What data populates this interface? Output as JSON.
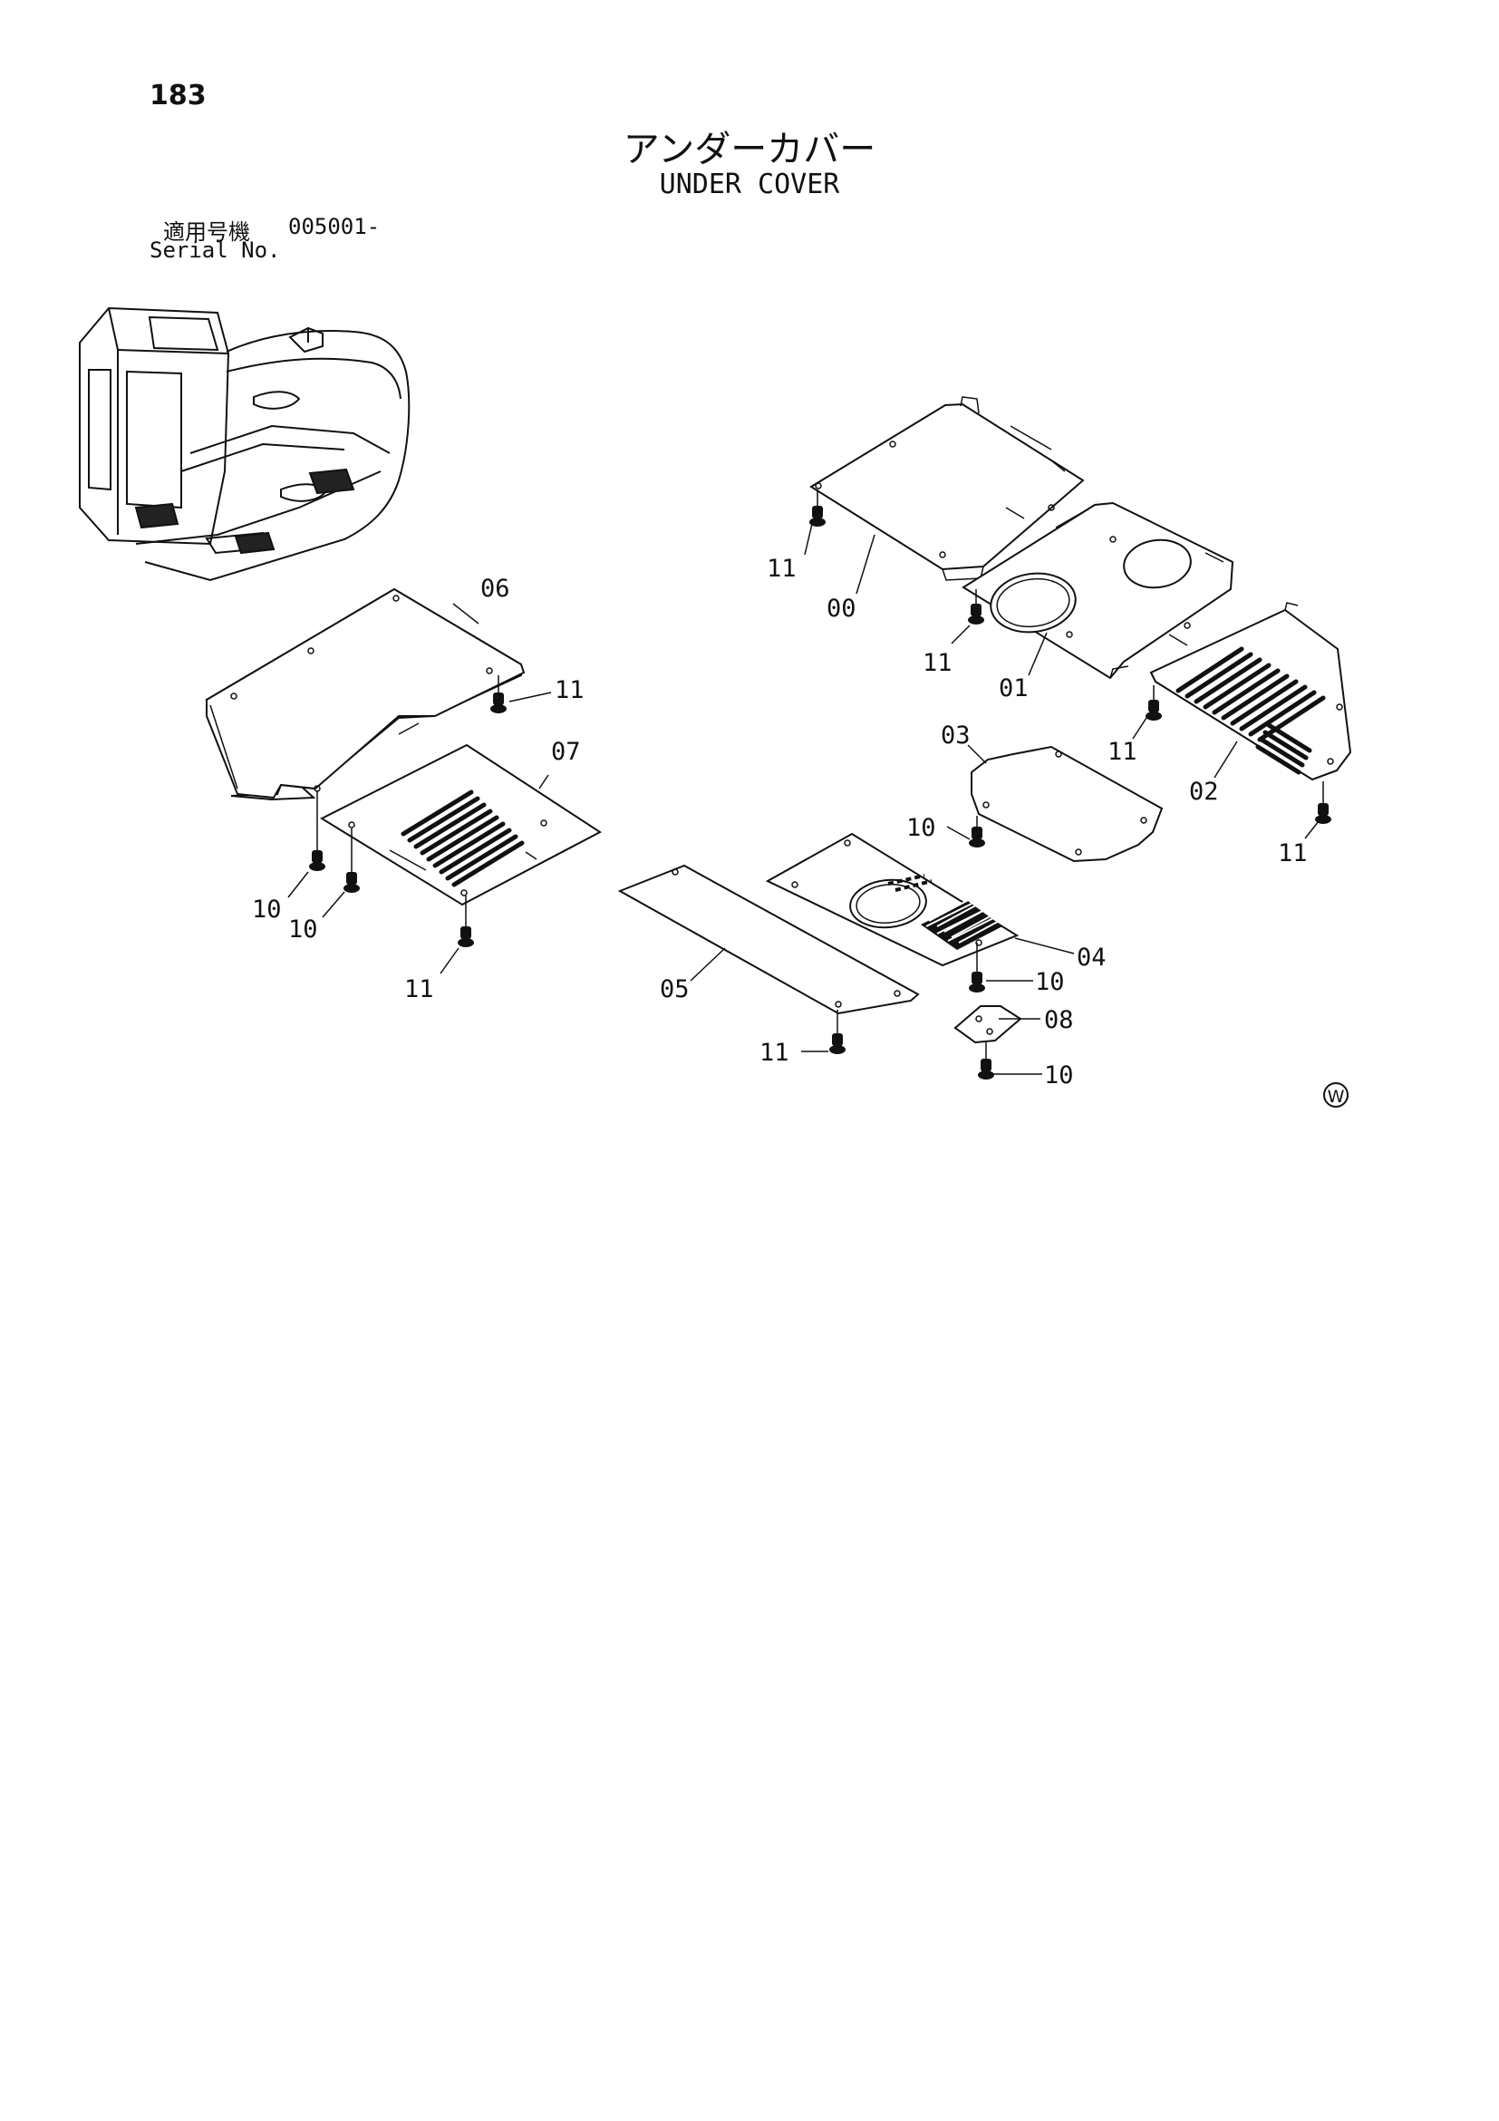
{
  "header": {
    "page_number": "183",
    "title_jp": "アンダーカバー",
    "title_en": "UNDER COVER",
    "serial_label_jp": "適用号機",
    "serial_number": "005001-",
    "serial_label_en": "Serial No."
  },
  "callouts": {
    "c00": "00",
    "c01": "01",
    "c02": "02",
    "c03": "03",
    "c04": "04",
    "c05": "05",
    "c06": "06",
    "c07": "07",
    "c08": "08",
    "c10": "10",
    "c11": "11"
  },
  "watermark": "W"
}
